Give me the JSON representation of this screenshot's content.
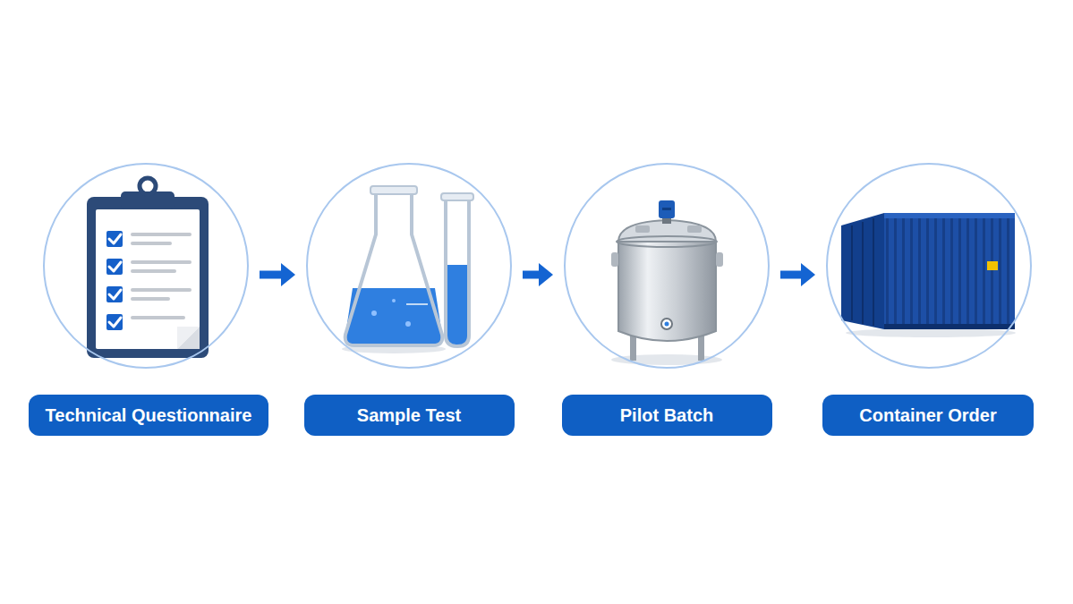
{
  "diagram": {
    "nodes": [
      {
        "text": [
          "Technical Questionnaire"
        ]
      },
      {
        "text": [
          "Sample Test"
        ]
      },
      {
        "text": [
          "Pilot Batch"
        ]
      },
      {
        "text": [
          "Container Order"
        ]
      }
    ],
    "edges": [
      {
        "from": 0,
        "to": 1,
        "arrow": "to"
      },
      {
        "from": 1,
        "to": 2,
        "arrow": "to"
      },
      {
        "from": 2,
        "to": 3,
        "arrow": "to"
      }
    ]
  }
}
